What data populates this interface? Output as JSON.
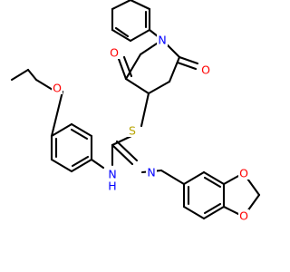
{
  "structure": {
    "colors": {
      "bond": "#000000",
      "oxygen": "#ff0000",
      "nitrogen": "#0000ff",
      "sulfur": "#b8a400",
      "background": "#ffffff"
    },
    "atoms": [
      {
        "id": "O1",
        "text": "O",
        "element": "oxygen"
      },
      {
        "id": "O2",
        "text": "O",
        "element": "oxygen"
      },
      {
        "id": "N1",
        "text": "N",
        "element": "nitrogen"
      },
      {
        "id": "S1",
        "text": "S",
        "element": "sulfur"
      },
      {
        "id": "O3",
        "text": "O",
        "element": "oxygen"
      },
      {
        "id": "NH",
        "text": "N",
        "sub": "H",
        "element": "nitrogen"
      },
      {
        "id": "N2",
        "text": "N",
        "element": "nitrogen"
      },
      {
        "id": "O4",
        "text": "O",
        "element": "oxygen"
      },
      {
        "id": "O5",
        "text": "O",
        "element": "oxygen"
      }
    ]
  }
}
